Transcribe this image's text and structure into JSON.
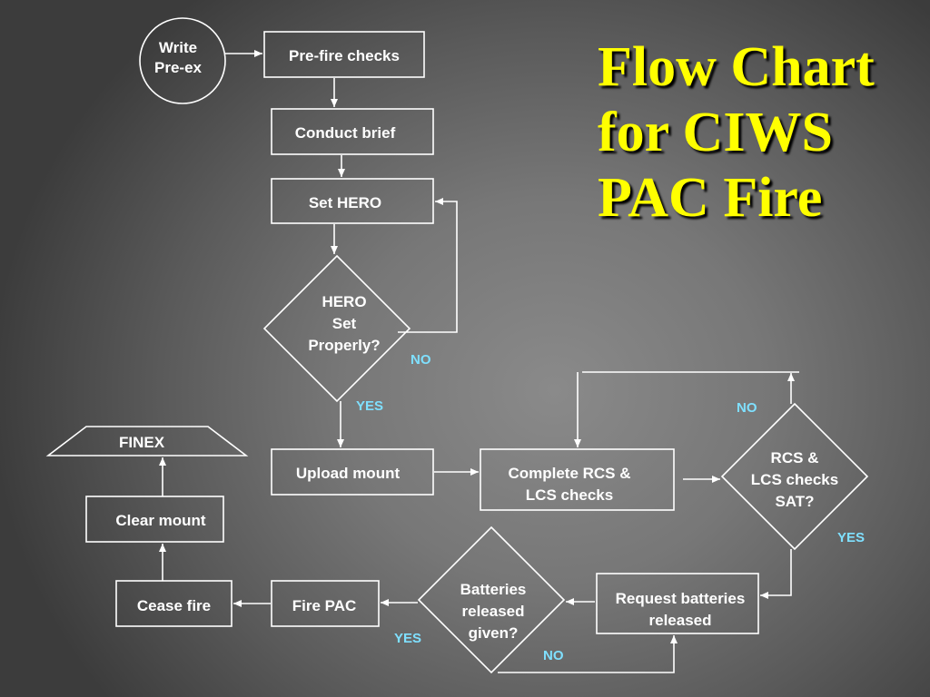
{
  "title": {
    "lines": [
      "Flow Chart",
      "for CIWS",
      "PAC Fire"
    ]
  },
  "nodes": {
    "write_preex": "Write\nPre-ex",
    "prefire_checks": "Pre-fire checks",
    "conduct_brief": "Conduct brief",
    "set_hero": "Set HERO",
    "hero_decision": "HERO\nSet\nProperly?",
    "upload_mount": "Upload mount",
    "complete_rcs": "Complete RCS &\nLCS checks",
    "rcs_decision": "RCS &\nLCS checks\nSAT?",
    "request_batteries": "Request batteries\nreleased",
    "batteries_decision": "Batteries\nreleased\ngiven?",
    "fire_pac": "Fire PAC",
    "cease_fire": "Cease fire",
    "clear_mount": "Clear mount",
    "finex": "FINEX"
  },
  "edge_labels": {
    "hero_no": "NO",
    "hero_yes": "YES",
    "rcs_no": "NO",
    "rcs_yes": "YES",
    "batteries_yes": "YES",
    "batteries_no": "NO"
  },
  "colors": {
    "title": "#ffff00",
    "node_text": "#ffffff",
    "edge_label": "#7fe0ff",
    "line": "#ffffff"
  }
}
